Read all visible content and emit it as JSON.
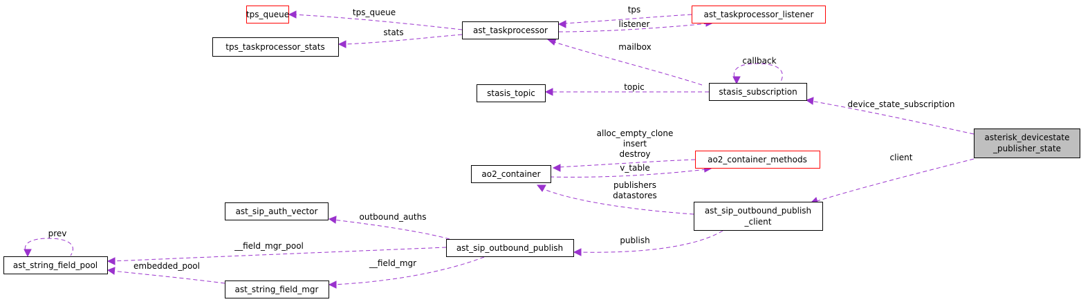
{
  "diagram": {
    "nodes": {
      "focus_line1": "asterisk_devicestate",
      "focus_line2": "_publisher_state",
      "tps_queue": "tps_queue",
      "tps_taskprocessor_stats": "tps_taskprocessor_stats",
      "ast_taskprocessor": "ast_taskprocessor",
      "ast_taskprocessor_listener": "ast_taskprocessor_listener",
      "stasis_topic": "stasis_topic",
      "stasis_subscription": "stasis_subscription",
      "ao2_container": "ao2_container",
      "ao2_container_methods": "ao2_container_methods",
      "ast_sip_auth_vector": "ast_sip_auth_vector",
      "outbound_publish_client_line1": "ast_sip_outbound_publish",
      "outbound_publish_client_line2": "_client",
      "ast_string_field_pool": "ast_string_field_pool",
      "ast_sip_outbound_publish": "ast_sip_outbound_publish",
      "ast_string_field_mgr": "ast_string_field_mgr"
    },
    "edges": {
      "tps_queue": "tps_queue",
      "stats": "stats",
      "tps": "tps",
      "listener": "listener",
      "mailbox": "mailbox",
      "callback": "callback",
      "topic": "topic",
      "device_state_subscription": "device_state_subscription",
      "methods_line1": "alloc_empty_clone",
      "methods_line2": "insert",
      "methods_line3": "destroy",
      "v_table": "v_table",
      "client": "client",
      "container_line1": "publishers",
      "container_line2": "datastores",
      "outbound_auths": "outbound_auths",
      "prev": "prev",
      "field_mgr_pool": "__field_mgr_pool",
      "publish": "publish",
      "field_mgr": "__field_mgr",
      "embedded_pool": "embedded_pool"
    },
    "colors": {
      "edge": "#9a32cd",
      "node_border": "#000000",
      "incomplete_node_border": "#ff0000",
      "focus_fill": "#bfbfbf"
    }
  }
}
